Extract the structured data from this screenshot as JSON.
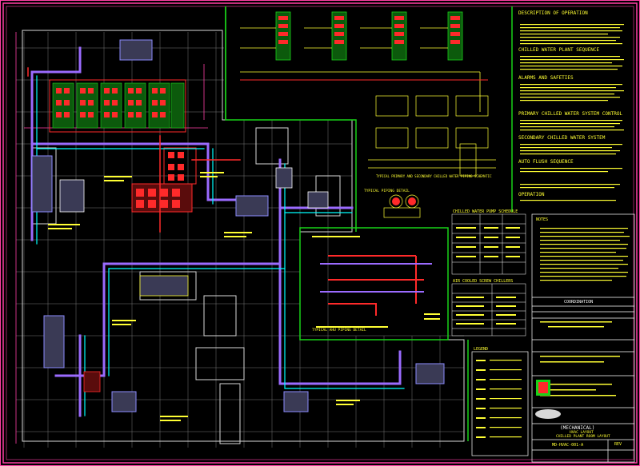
{
  "drawing": {
    "title_block": {
      "discipline": "(MECHANICAL)",
      "sheet_title_line1": "HVAC LAYOUT",
      "sheet_title_line2": "CHILLED PLANT ROOM LAYOUT",
      "drawing_no_label": "MD-HVAC-001-A",
      "revision": "REV",
      "coordination": "COORDINATION"
    },
    "notes_headings": [
      "DESCRIPTION OF OPERATION",
      "CHILLED WATER PLANT SEQUENCE",
      "ALARMS AND SAFETIES",
      "PRIMARY CHILLED WATER SYSTEM CONTROL",
      "SECONDARY CHILLED WATER SYSTEM",
      "AUTO FLUSH SEQUENCE",
      "OPERATION"
    ],
    "schedule_titles": [
      "CHILLED WATER PUMP SCHEDULE",
      "AIR COOLED SCREW CHILLERS",
      "LEGEND",
      "NOTES"
    ],
    "detail_titles": [
      "TYPICAL PIPING DETAIL",
      "TYPICAL AHU PIPING DETAIL",
      "TYPICAL PRIMARY AND SECONDARY CHILLED WATER PIPING SCHEMATIC"
    ],
    "colors": {
      "background": "#000000",
      "border": "#ff3fa5",
      "frame_green": "#19d219",
      "chilled_supply": "#9b6bff",
      "chilled_return": "#00ffff",
      "equipment_red": "#ff2a2a",
      "text_yellow": "#ffff33",
      "grid": "#9a9a9a"
    }
  }
}
